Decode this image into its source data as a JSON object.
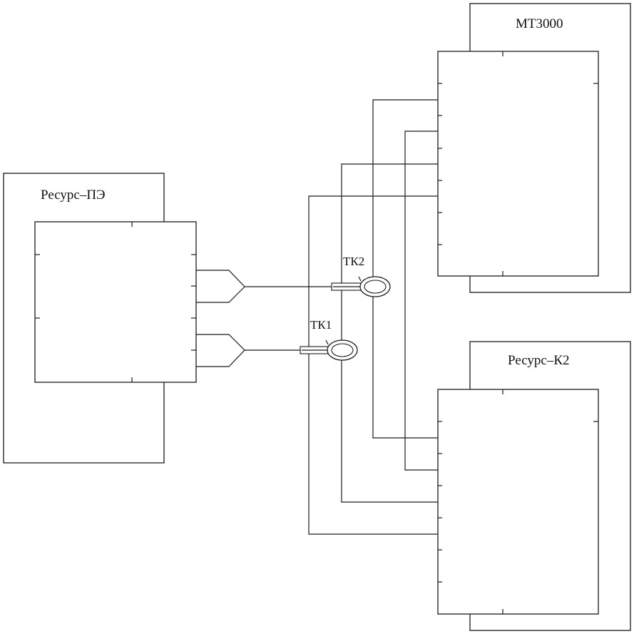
{
  "devices": {
    "resurs_pe": {
      "label": "Ресурс–ПЭ"
    },
    "mt3000": {
      "label": "МТ3000"
    },
    "resurs_k2": {
      "label": "Ресурс–К2"
    }
  },
  "clamps": {
    "tk1": {
      "label": "ТК1"
    },
    "tk2": {
      "label": "ТК2"
    }
  }
}
